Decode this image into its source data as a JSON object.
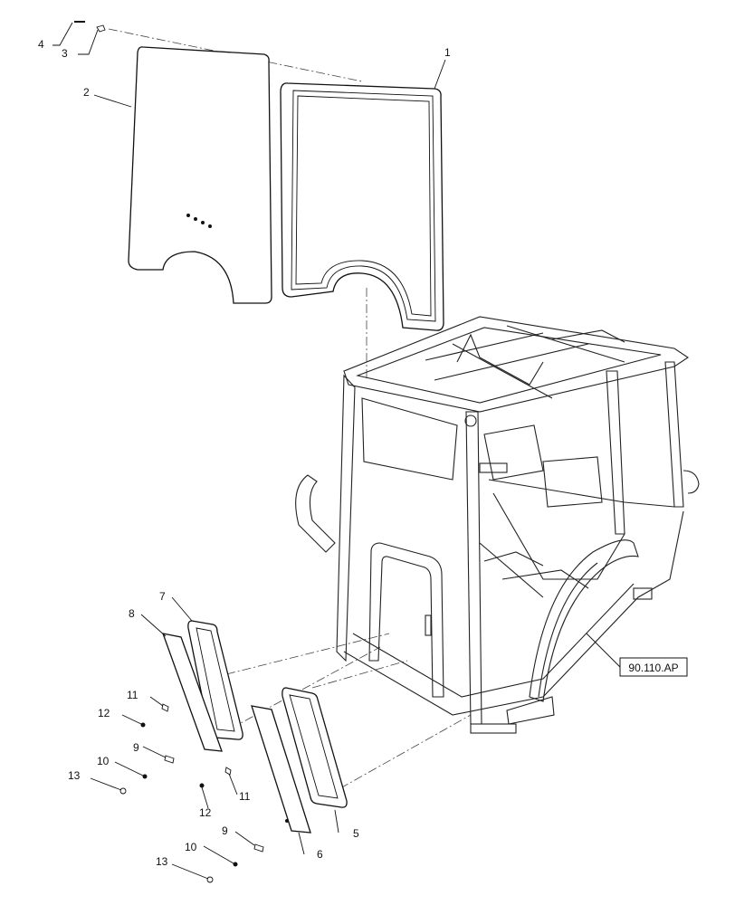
{
  "callouts": {
    "c1": "1",
    "c2": "2",
    "c3": "3",
    "c4": "4",
    "c5": "5",
    "c6": "6",
    "c7": "7",
    "c8": "8",
    "c9a": "9",
    "c9b": "9",
    "c10a": "10",
    "c10b": "10",
    "c11a": "11",
    "c11b": "11",
    "c12a": "12",
    "c12b": "12",
    "c13a": "13",
    "c13b": "13"
  },
  "reference": {
    "label": "90.110.AP"
  }
}
